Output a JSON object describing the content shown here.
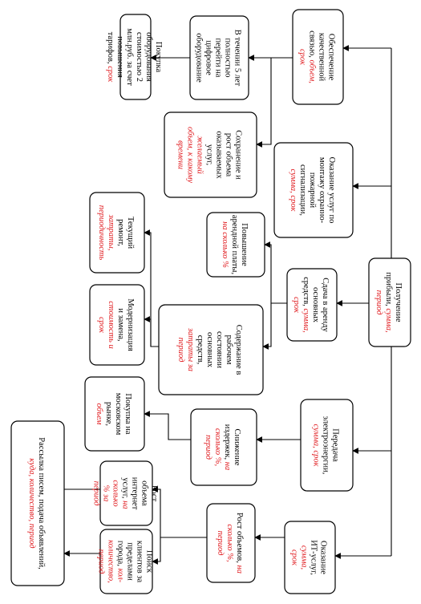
{
  "colors": {
    "accent": "#e0191d",
    "line": "#000000",
    "background": "#ffffff"
  },
  "nodes": [
    {
      "id": "root",
      "lines": [
        [
          [
            "Получение",
            false
          ]
        ],
        [
          [
            "прибыли, ",
            false
          ],
          [
            "сумма,",
            true
          ]
        ],
        [
          [
            "период",
            true
          ]
        ]
      ]
    },
    {
      "id": "c1",
      "lines": [
        [
          [
            "Обеспечение",
            false
          ]
        ],
        [
          [
            "качественной",
            false
          ]
        ],
        [
          [
            "связью, ",
            false
          ],
          [
            "объем,",
            true
          ]
        ],
        [
          [
            "срок",
            true
          ]
        ]
      ]
    },
    {
      "id": "c2",
      "lines": [
        [
          [
            "Оказание услуг по",
            false
          ]
        ],
        [
          [
            "монтажу охранно-",
            false
          ]
        ],
        [
          [
            "пожарной",
            false
          ]
        ],
        [
          [
            "сигнализации,",
            false
          ]
        ],
        [
          [
            "сумма, срок",
            true
          ]
        ]
      ]
    },
    {
      "id": "c3",
      "lines": [
        [
          [
            "Сдача в аренду",
            false
          ]
        ],
        [
          [
            "основных",
            false
          ]
        ],
        [
          [
            "средств, ",
            false
          ],
          [
            "сумма,",
            true
          ]
        ],
        [
          [
            "срок",
            true
          ]
        ]
      ]
    },
    {
      "id": "c4",
      "lines": [
        [
          [
            "Передача",
            false
          ]
        ],
        [
          [
            "электроэнергии,",
            false
          ]
        ],
        [
          [
            "сумма, срок",
            true
          ]
        ]
      ]
    },
    {
      "id": "c5",
      "lines": [
        [
          [
            "Оказание",
            false
          ]
        ],
        [
          [
            "ИТ-услуг,",
            false
          ]
        ],
        [
          [
            "сумма,",
            true
          ]
        ],
        [
          [
            "срок",
            true
          ]
        ]
      ]
    },
    {
      "id": "s1",
      "lines": [
        [
          [
            "В течении 5 лет",
            false
          ]
        ],
        [
          [
            "полностью",
            false
          ]
        ],
        [
          [
            "перейти на",
            false
          ]
        ],
        [
          [
            "цифровое",
            false
          ]
        ],
        [
          [
            "оборудование",
            false
          ]
        ]
      ]
    },
    {
      "id": "s2",
      "lines": [
        [
          [
            "Сохранение и",
            false
          ]
        ],
        [
          [
            "рост объема",
            false
          ]
        ],
        [
          [
            "оказываемых",
            false
          ]
        ],
        [
          [
            "услуг,",
            false
          ]
        ],
        [
          [
            "желаемый",
            true
          ]
        ],
        [
          [
            "объем, к какому",
            true
          ]
        ],
        [
          [
            "времени",
            true
          ]
        ]
      ]
    },
    {
      "id": "s3",
      "lines": [
        [
          [
            "Повышение",
            false
          ]
        ],
        [
          [
            "арендной платы,",
            false
          ]
        ],
        [
          [
            "на сколько %",
            true
          ]
        ]
      ]
    },
    {
      "id": "s4",
      "lines": [
        [
          [
            "Содержание в",
            false
          ]
        ],
        [
          [
            "рабочем",
            false
          ]
        ],
        [
          [
            "состоянии",
            false
          ]
        ],
        [
          [
            "основных",
            false
          ]
        ],
        [
          [
            "средств,",
            false
          ]
        ],
        [
          [
            "затраты за",
            true
          ]
        ],
        [
          [
            "период",
            true
          ]
        ]
      ]
    },
    {
      "id": "s5",
      "lines": [
        [
          [
            "Снижение",
            false
          ]
        ],
        [
          [
            "издержек, ",
            false
          ],
          [
            "на",
            true
          ]
        ],
        [
          [
            "сколько %,",
            true
          ]
        ],
        [
          [
            "период",
            true
          ]
        ]
      ]
    },
    {
      "id": "s6",
      "lines": [
        [
          [
            "Рост объемов, ",
            false
          ],
          [
            "на",
            true
          ]
        ],
        [
          [
            "сколько %,",
            true
          ]
        ],
        [
          [
            "период",
            true
          ]
        ]
      ]
    },
    {
      "id": "t1",
      "lines": [
        [
          [
            "Покупка",
            false
          ]
        ],
        [
          [
            "оборудования",
            false
          ]
        ],
        [
          [
            "стоимостью 2",
            false
          ]
        ],
        [
          [
            "млн.руб. за счет",
            false
          ]
        ],
        [
          [
            "повышения",
            false
          ]
        ],
        [
          [
            "тарифов, ",
            false
          ],
          [
            "срок",
            true
          ]
        ]
      ]
    },
    {
      "id": "t2",
      "lines": [
        [
          [
            "Текущий",
            false
          ]
        ],
        [
          [
            "ремонт,",
            false
          ]
        ],
        [
          [
            "затраты,",
            true
          ]
        ],
        [
          [
            "периодичность",
            true
          ]
        ]
      ]
    },
    {
      "id": "t3",
      "lines": [
        [
          [
            "Модернизация",
            false
          ]
        ],
        [
          [
            "и замена,",
            false
          ]
        ],
        [
          [
            "стоимость и",
            true
          ]
        ],
        [
          [
            "срок",
            true
          ]
        ]
      ]
    },
    {
      "id": "t4",
      "lines": [
        [
          [
            "Покупка на",
            false
          ]
        ],
        [
          [
            "московском",
            false
          ]
        ],
        [
          [
            "рынке,",
            false
          ]
        ],
        [
          [
            "объем",
            true
          ]
        ]
      ]
    },
    {
      "id": "t5",
      "lines": [
        [
          [
            "Рост",
            false
          ]
        ],
        [
          [
            "объема",
            false
          ]
        ],
        [
          [
            "интернет",
            false
          ]
        ],
        [
          [
            "услуг, ",
            false
          ],
          [
            "на",
            true
          ]
        ],
        [
          [
            "сколько",
            true
          ]
        ],
        [
          [
            "% за",
            true
          ]
        ],
        [
          [
            "период",
            true
          ]
        ]
      ]
    },
    {
      "id": "t6",
      "lines": [
        [
          [
            "Поиск",
            false
          ]
        ],
        [
          [
            "клиентов за",
            false
          ]
        ],
        [
          [
            "пределами",
            false
          ]
        ],
        [
          [
            "города, ",
            false
          ],
          [
            "кол-",
            true
          ]
        ],
        [
          [
            "количество,",
            true
          ]
        ],
        [
          [
            "период",
            true
          ]
        ]
      ]
    },
    {
      "id": "u1",
      "lines": [
        [
          [
            "Рассылка писем, подача объявлений,",
            false
          ]
        ],
        [
          [
            "куда, количество, период",
            true
          ]
        ]
      ]
    }
  ]
}
